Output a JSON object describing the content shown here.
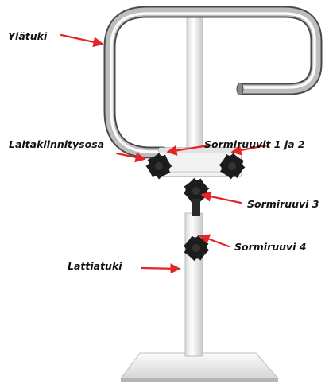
{
  "colors": {
    "arrow": "#e32428",
    "label_text": "#111111",
    "chrome_light": "#f4f4f4",
    "chrome_dark": "#5a5a5a",
    "post_white": "#f7f7f7",
    "knob_black": "#1c1c1c"
  },
  "labels": {
    "top_support": "Ylätuki",
    "rail_mount": "Laitakiinnitysosa",
    "screws_1_2": "Sormiruuvit 1 ja 2",
    "screw_3": "Sormiruuvi 3",
    "screw_4": "Sormiruuvi 4",
    "floor_support": "Lattiatuki"
  }
}
